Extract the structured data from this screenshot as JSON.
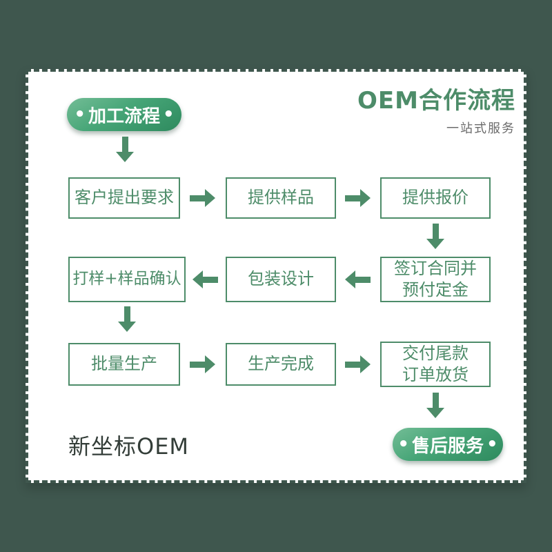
{
  "header": {
    "title": "OEM合作流程",
    "subtitle": "一站式服务"
  },
  "badges": {
    "start": {
      "dot_left": "•",
      "label": "加工流程",
      "dot_right": "•"
    },
    "end": {
      "dot_left": "•",
      "label": "售后服务",
      "dot_right": "•"
    }
  },
  "flow": {
    "row1": [
      {
        "label": "客户提出要求"
      },
      {
        "label": "提供样品"
      },
      {
        "label": "提供报价"
      }
    ],
    "row2": [
      {
        "label": "打样+样品确认"
      },
      {
        "label": "包装设计"
      },
      {
        "line1": "签订合同并",
        "line2": "预付定金"
      }
    ],
    "row3": [
      {
        "label": "批量生产"
      },
      {
        "label": "生产完成"
      },
      {
        "line1": "交付尾款",
        "line2": "订单放货"
      }
    ]
  },
  "footer": {
    "brand": "新坐标OEM"
  },
  "colors": {
    "page_background": "#3f574e",
    "accent_green": "#4d8c69",
    "pill_gradient_start": "#73bd96",
    "pill_gradient_end": "#2e8a5e",
    "subtitle_gray": "#6b6b6b",
    "brand_text": "#333d38",
    "card_background": "#ffffff"
  }
}
